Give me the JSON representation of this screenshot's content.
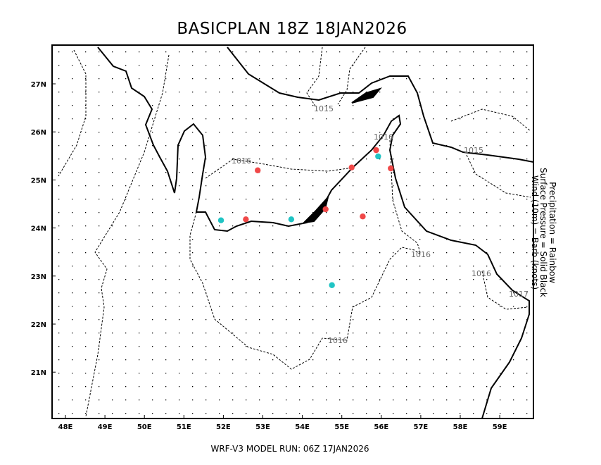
{
  "title": "BASICPLAN 18Z 18JAN2026",
  "footer": "WRF-V3 MODEL RUN: 06Z 17JAN2026",
  "legend": [
    "Precipitation = Rainbow",
    "Surface Pressure = Solid Black",
    "Wind (10m) = Barb (knots)"
  ],
  "x_ticks": [
    "48E",
    "49E",
    "50E",
    "51E",
    "52E",
    "53E",
    "54E",
    "55E",
    "56E",
    "57E",
    "58E",
    "59E"
  ],
  "y_ticks": [
    "27N",
    "26N",
    "25N",
    "24N",
    "23N",
    "22N",
    "21N"
  ],
  "contour_labels": [
    "1015",
    "1016",
    "1016",
    "1015",
    "1016",
    "1016",
    "1017",
    "1016"
  ],
  "colors": {
    "precip_light": "#f04848",
    "precip_cyan": "#20c4c4",
    "coast": "#000000",
    "contour": "#000000"
  },
  "precip_points": [
    {
      "lon": 52.87,
      "lat": 25.2,
      "color": "#f04848"
    },
    {
      "lon": 52.57,
      "lat": 24.18,
      "color": "#f04848"
    },
    {
      "lon": 54.59,
      "lat": 24.39,
      "color": "#f04848"
    },
    {
      "lon": 55.25,
      "lat": 25.26,
      "color": "#f04848"
    },
    {
      "lon": 55.87,
      "lat": 25.62,
      "color": "#f04848"
    },
    {
      "lon": 56.24,
      "lat": 25.24,
      "color": "#f04848"
    },
    {
      "lon": 55.53,
      "lat": 24.24,
      "color": "#f04848"
    },
    {
      "lon": 51.94,
      "lat": 24.16,
      "color": "#20c4c4"
    },
    {
      "lon": 53.72,
      "lat": 24.18,
      "color": "#20c4c4"
    },
    {
      "lon": 55.92,
      "lat": 25.49,
      "color": "#20c4c4"
    },
    {
      "lon": 54.75,
      "lat": 22.81,
      "color": "#20c4c4"
    }
  ]
}
